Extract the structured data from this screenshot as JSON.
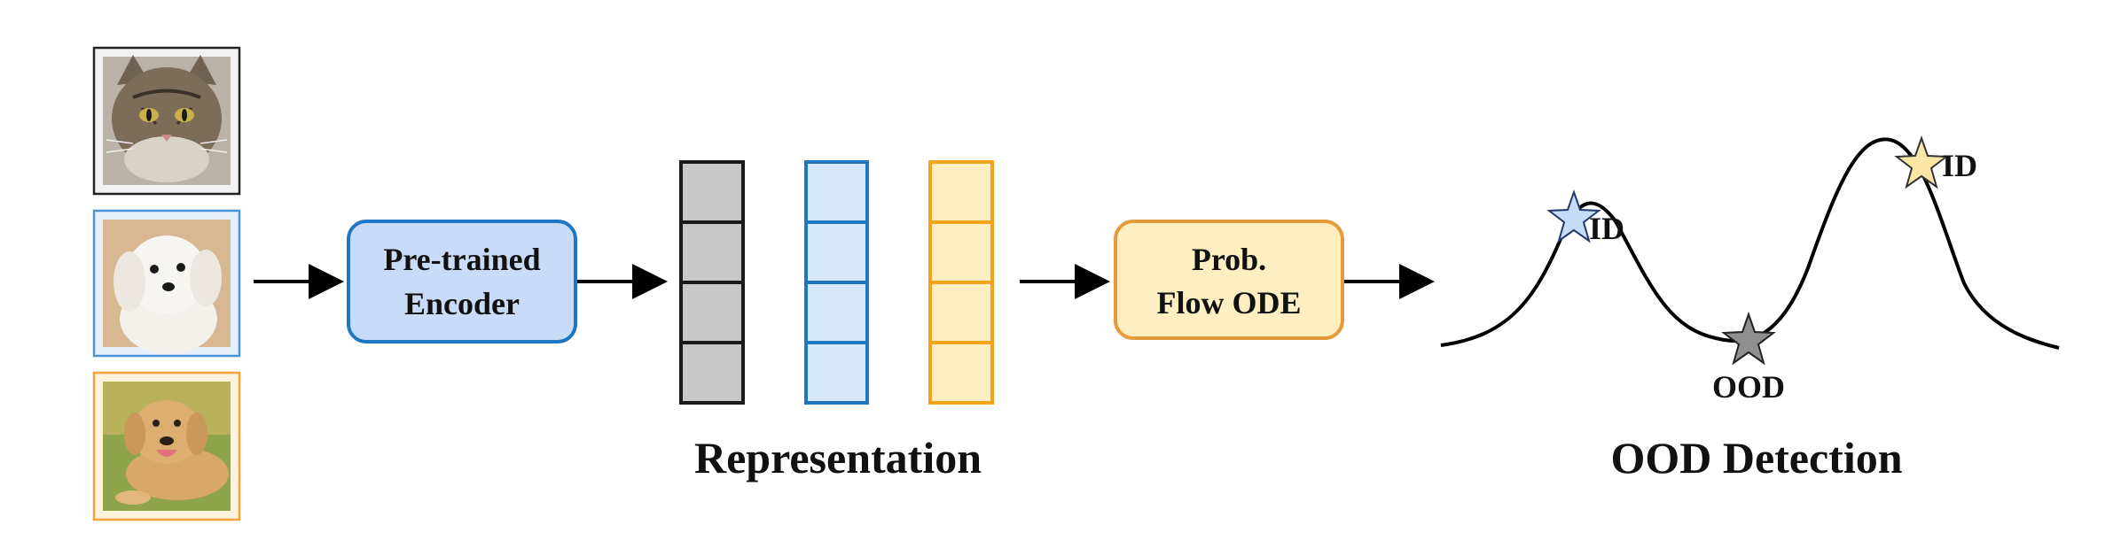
{
  "encoder": {
    "line1": "Pre-trained",
    "line2": "Encoder"
  },
  "ode": {
    "line1": "Prob.",
    "line2": "Flow ODE"
  },
  "captions": {
    "representation": "Representation",
    "ood_detection": "OOD Detection"
  },
  "curve_labels": {
    "id_left": "ID",
    "id_right": "ID",
    "ood": "OOD"
  },
  "images": [
    {
      "subject": "cat",
      "frame_color": "#222222"
    },
    {
      "subject": "white-dog",
      "frame_color": "#4a94d8"
    },
    {
      "subject": "labrador-dog",
      "frame_color": "#f2a43a"
    }
  ],
  "colors": {
    "gray_fill": "#c8c8c8",
    "gray_stroke": "#1a1a1a",
    "blue_fill": "#d9e7fa",
    "blue_stroke": "#1f77c4",
    "orange_fill": "#fdefc1",
    "orange_stroke": "#f5a31a",
    "encoder_fill": "#c9dcf7",
    "encoder_stroke": "#1f77c4",
    "ode_fill": "#fdefc1",
    "ode_stroke": "#e69a3c",
    "star_blue": "#c6dcf7",
    "star_gray": "#8f8f8f",
    "star_yellow": "#fbe7a5"
  }
}
